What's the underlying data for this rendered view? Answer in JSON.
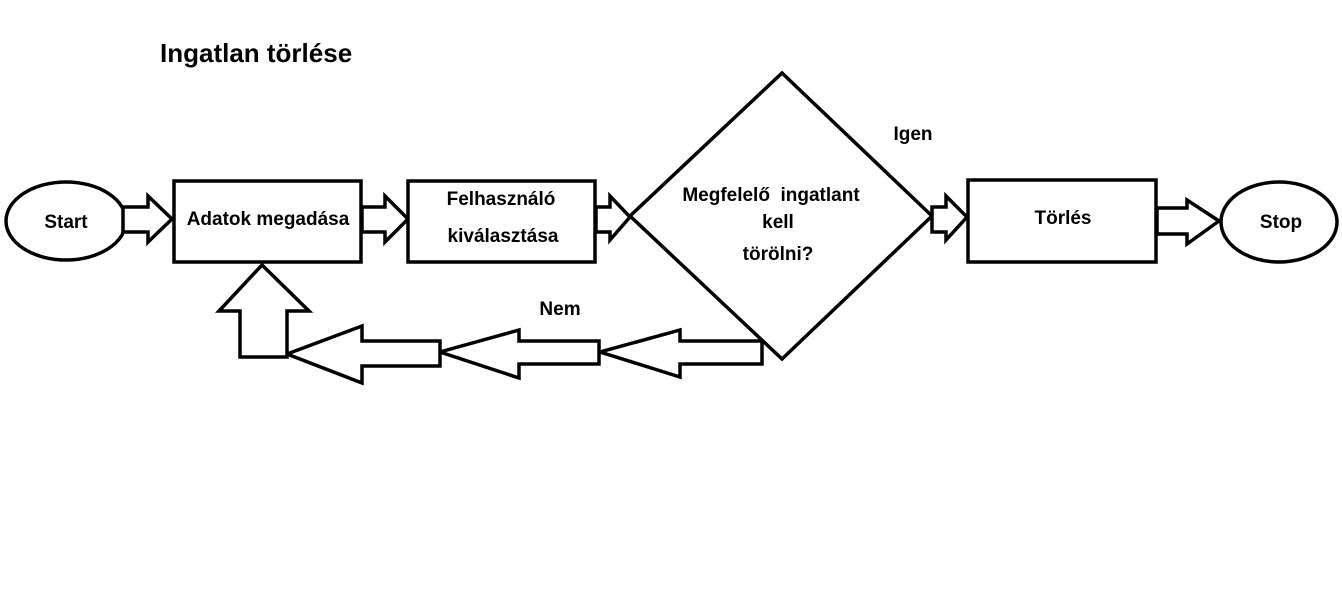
{
  "title": "Ingatlan törlése",
  "nodes": {
    "start": {
      "label": "Start"
    },
    "adatok": {
      "label": "Adatok megadása"
    },
    "felhasznalo": {
      "line1": "Felhasználó",
      "line2": "kiválasztása"
    },
    "decision": {
      "line1": "Megfelelő  ingatlant",
      "line2": "kell",
      "line3": "törölni?"
    },
    "torles": {
      "label": "Törlés"
    },
    "stop": {
      "label": "Stop"
    }
  },
  "edges": {
    "yes": {
      "label": "Igen"
    },
    "no": {
      "label": "Nem"
    }
  },
  "colors": {
    "stroke": "#000000",
    "fill": "#ffffff"
  }
}
